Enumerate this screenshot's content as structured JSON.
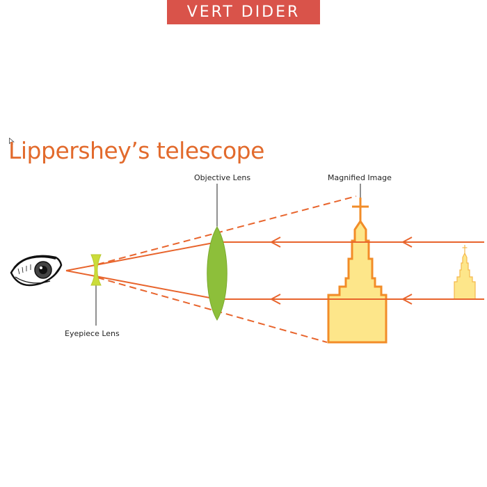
{
  "brand": {
    "text": "VERT DIDER",
    "color": "#d9534a"
  },
  "title": {
    "text": "Lippershey’s telescope",
    "color": "#e26a2c"
  },
  "labels": {
    "objective_lens": "Objective Lens",
    "magnified_image": "Magnified Image",
    "eyepiece_lens": "Eyepiece Lens"
  },
  "colors": {
    "rays": "#e8642c",
    "objective_lens_fill": "#8dbf3a",
    "eyepiece_lens_fill": "#cbdc3a",
    "church_fill": "#fde68a",
    "church_stroke": "#f0a030",
    "magnified_stroke": "#f28c28"
  },
  "icons": {
    "eye": "eye-icon",
    "cursor": "cursor-icon"
  }
}
